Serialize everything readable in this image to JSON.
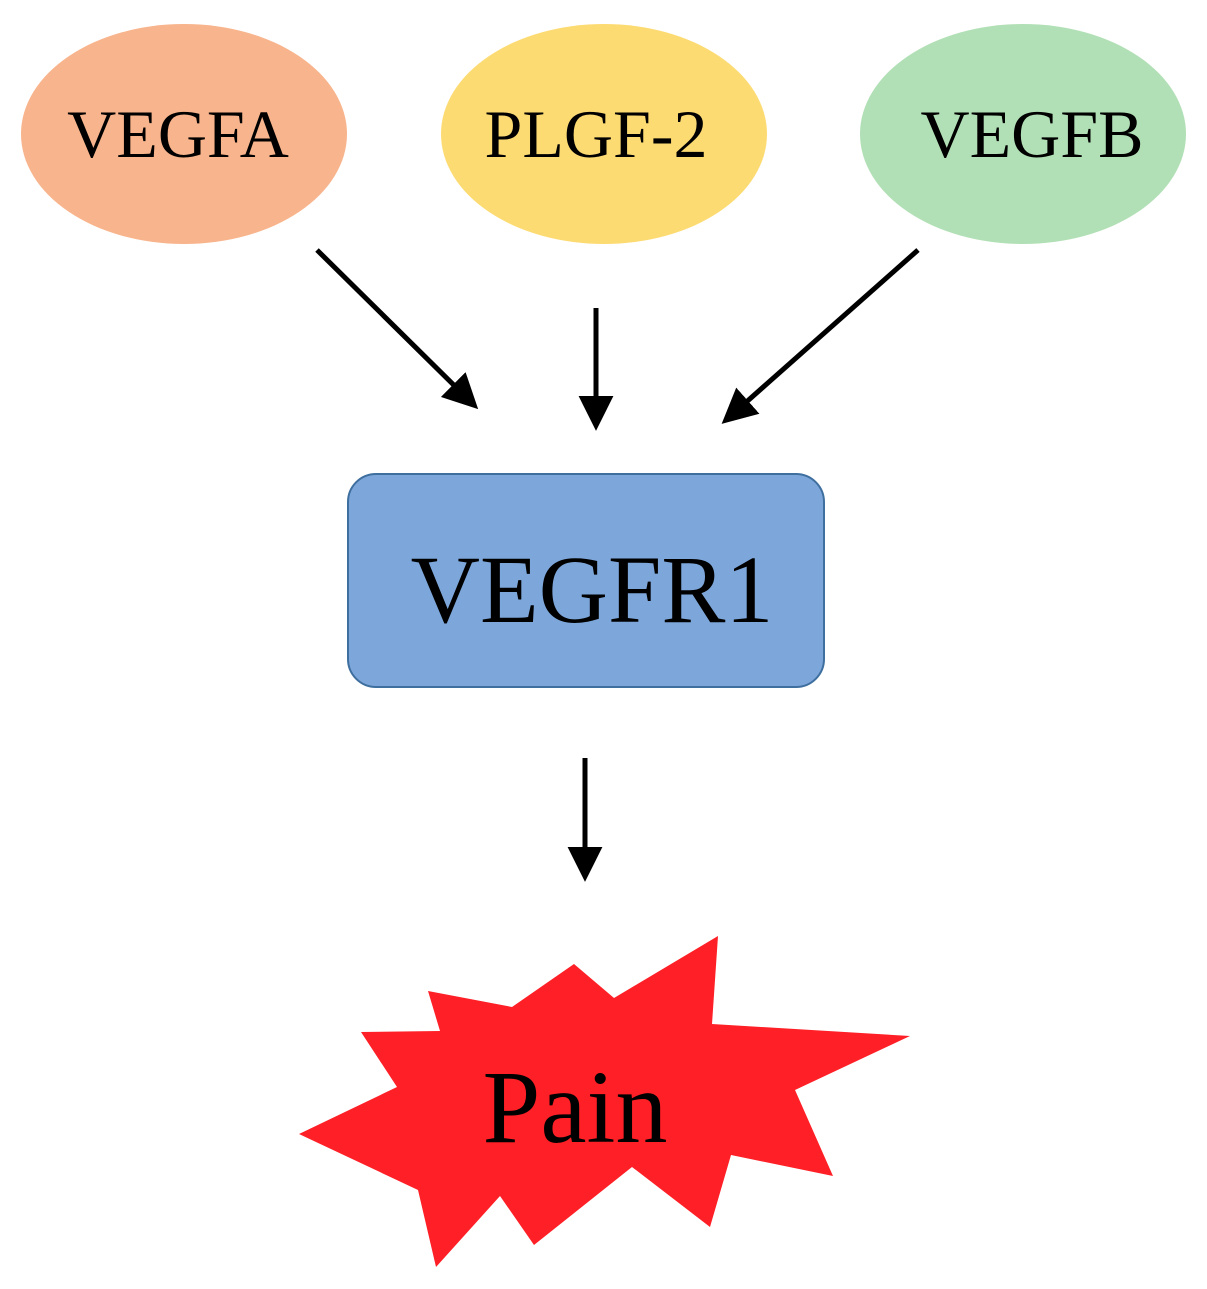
{
  "diagram": {
    "ligands": [
      {
        "label": "VEGFA",
        "color": "#f8b48c"
      },
      {
        "label": "PLGF-2",
        "color": "#fddb73"
      },
      {
        "label": "VEGFB",
        "color": "#b2e0b6"
      }
    ],
    "receptor": {
      "label": "VEGFR1",
      "color": "#7da7db",
      "border": "#3f6f9f"
    },
    "outcome": {
      "label": "Pain",
      "color": "#ff1f26"
    },
    "arrow_color": "#000000"
  }
}
